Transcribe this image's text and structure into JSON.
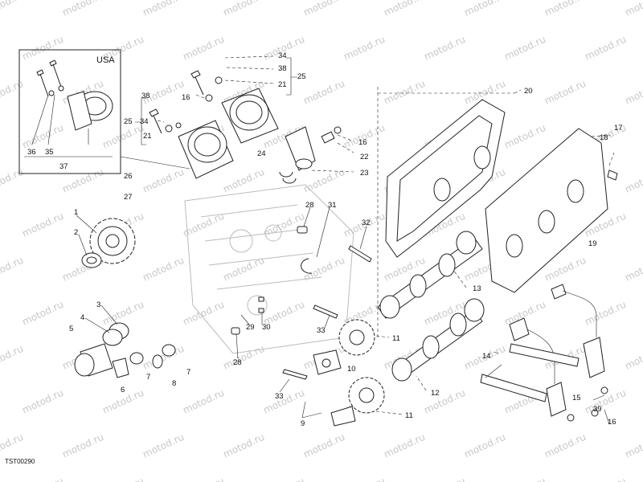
{
  "inset": {
    "region_label": "USA",
    "group_label": "37"
  },
  "document_id": "TST00290",
  "watermark": "motod.ru",
  "callouts": [
    "1",
    "2",
    "3",
    "4",
    "5",
    "6",
    "7",
    "7",
    "8",
    "9",
    "10",
    "11",
    "11",
    "12",
    "13",
    "14",
    "15",
    "16",
    "16",
    "16",
    "17",
    "18",
    "19",
    "20",
    "21",
    "21",
    "22",
    "23",
    "24",
    "25",
    "25",
    "26",
    "27",
    "28",
    "28",
    "29",
    "30",
    "31",
    "32",
    "33",
    "33",
    "34",
    "34",
    "35",
    "36",
    "38",
    "38",
    "39"
  ]
}
